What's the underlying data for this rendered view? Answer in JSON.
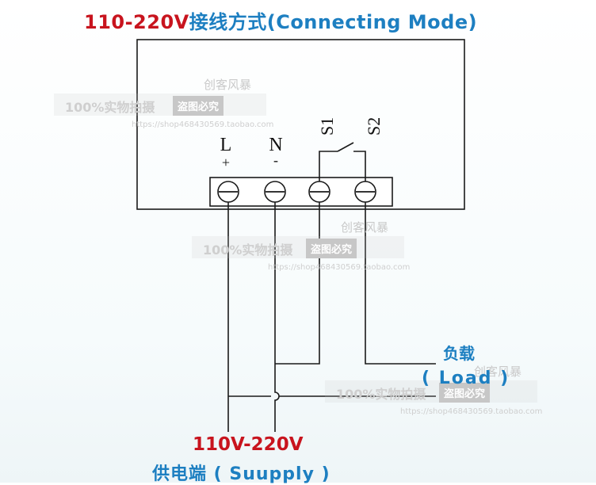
{
  "title": {
    "voltage": "110-220V",
    "text": "接线方式(Connecting  Mode)"
  },
  "terminals": {
    "l": "L",
    "n": "N",
    "plus": "+",
    "minus": "-",
    "s1": "S1",
    "s2": "S2"
  },
  "load": {
    "cn": "负载",
    "en": "( Load )"
  },
  "supply": {
    "voltage": "110V-220V",
    "text": "供电端 ( Suupply )"
  },
  "watermarks": {
    "brand": "创客风暴",
    "percent": "100%实物拍摄",
    "box": "盗图必究",
    "url": "https://shop468430569.taobao.com"
  },
  "colors": {
    "red": "#c8141e",
    "blue": "#1d7fc1",
    "line": "#1a1a1a"
  }
}
